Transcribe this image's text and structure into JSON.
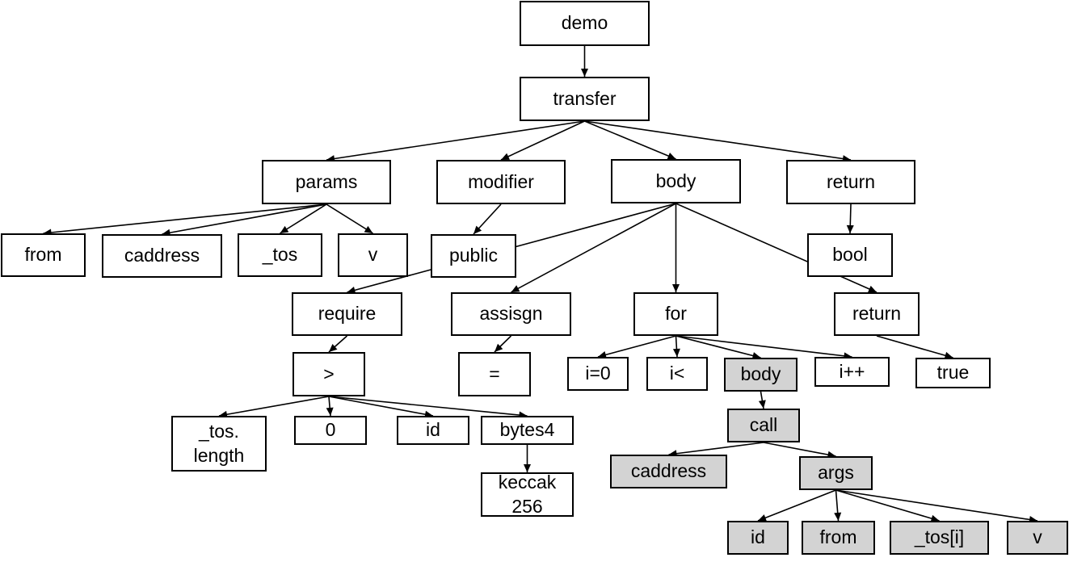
{
  "diagram": {
    "nodes": {
      "demo": {
        "label": "demo",
        "highlighted": false
      },
      "transfer": {
        "label": "transfer",
        "highlighted": false
      },
      "params": {
        "label": "params",
        "highlighted": false
      },
      "modifier": {
        "label": "modifier",
        "highlighted": false
      },
      "body_main": {
        "label": "body",
        "highlighted": false
      },
      "return_main": {
        "label": "return",
        "highlighted": false
      },
      "from": {
        "label": "from",
        "highlighted": false
      },
      "caddress": {
        "label": "caddress",
        "highlighted": false
      },
      "tos": {
        "label": "_tos",
        "highlighted": false
      },
      "v": {
        "label": "v",
        "highlighted": false
      },
      "public": {
        "label": "public",
        "highlighted": false
      },
      "bool": {
        "label": "bool",
        "highlighted": false
      },
      "require": {
        "label": "require",
        "highlighted": false
      },
      "assisgn": {
        "label": "assisgn",
        "highlighted": false
      },
      "for": {
        "label": "for",
        "highlighted": false
      },
      "return2": {
        "label": "return",
        "highlighted": false
      },
      "gt": {
        "label": ">",
        "highlighted": false
      },
      "eq": {
        "label": "=",
        "highlighted": false
      },
      "i0": {
        "label": "i=0",
        "highlighted": false
      },
      "ilt": {
        "label": "i<",
        "highlighted": false
      },
      "body2": {
        "label": "body",
        "highlighted": true
      },
      "ipp": {
        "label": "i++",
        "highlighted": false
      },
      "true": {
        "label": "true",
        "highlighted": false
      },
      "toslength": {
        "label": "_tos.\nlength",
        "highlighted": false
      },
      "zero": {
        "label": "0",
        "highlighted": false
      },
      "id1": {
        "label": "id",
        "highlighted": false
      },
      "bytes4": {
        "label": "bytes4",
        "highlighted": false
      },
      "keccak": {
        "label": "keccak\n256",
        "highlighted": false
      },
      "call": {
        "label": "call",
        "highlighted": true
      },
      "caddress2": {
        "label": "caddress",
        "highlighted": true
      },
      "args": {
        "label": "args",
        "highlighted": true
      },
      "id2": {
        "label": "id",
        "highlighted": true
      },
      "from2": {
        "label": "from",
        "highlighted": true
      },
      "tosi": {
        "label": "_tos[i]",
        "highlighted": true
      },
      "v2": {
        "label": "v",
        "highlighted": true
      }
    },
    "edges": [
      [
        "demo",
        "transfer"
      ],
      [
        "transfer",
        "params"
      ],
      [
        "transfer",
        "modifier"
      ],
      [
        "transfer",
        "body_main"
      ],
      [
        "transfer",
        "return_main"
      ],
      [
        "params",
        "from"
      ],
      [
        "params",
        "caddress"
      ],
      [
        "params",
        "tos"
      ],
      [
        "params",
        "v"
      ],
      [
        "modifier",
        "public"
      ],
      [
        "body_main",
        "require"
      ],
      [
        "body_main",
        "assisgn"
      ],
      [
        "body_main",
        "for"
      ],
      [
        "body_main",
        "return2"
      ],
      [
        "return_main",
        "bool"
      ],
      [
        "require",
        "gt"
      ],
      [
        "assisgn",
        "eq"
      ],
      [
        "for",
        "i0"
      ],
      [
        "for",
        "ilt"
      ],
      [
        "for",
        "body2"
      ],
      [
        "for",
        "ipp"
      ],
      [
        "return2",
        "true"
      ],
      [
        "gt",
        "toslength"
      ],
      [
        "gt",
        "zero"
      ],
      [
        "gt",
        "id1"
      ],
      [
        "gt",
        "bytes4"
      ],
      [
        "bytes4",
        "keccak"
      ],
      [
        "body2",
        "call"
      ],
      [
        "call",
        "caddress2"
      ],
      [
        "call",
        "args"
      ],
      [
        "args",
        "id2"
      ],
      [
        "args",
        "from2"
      ],
      [
        "args",
        "tosi"
      ],
      [
        "args",
        "v2"
      ]
    ],
    "colors": {
      "line": "#000000",
      "highlight_fill": "#d3d3d3",
      "fill": "#ffffff"
    }
  }
}
